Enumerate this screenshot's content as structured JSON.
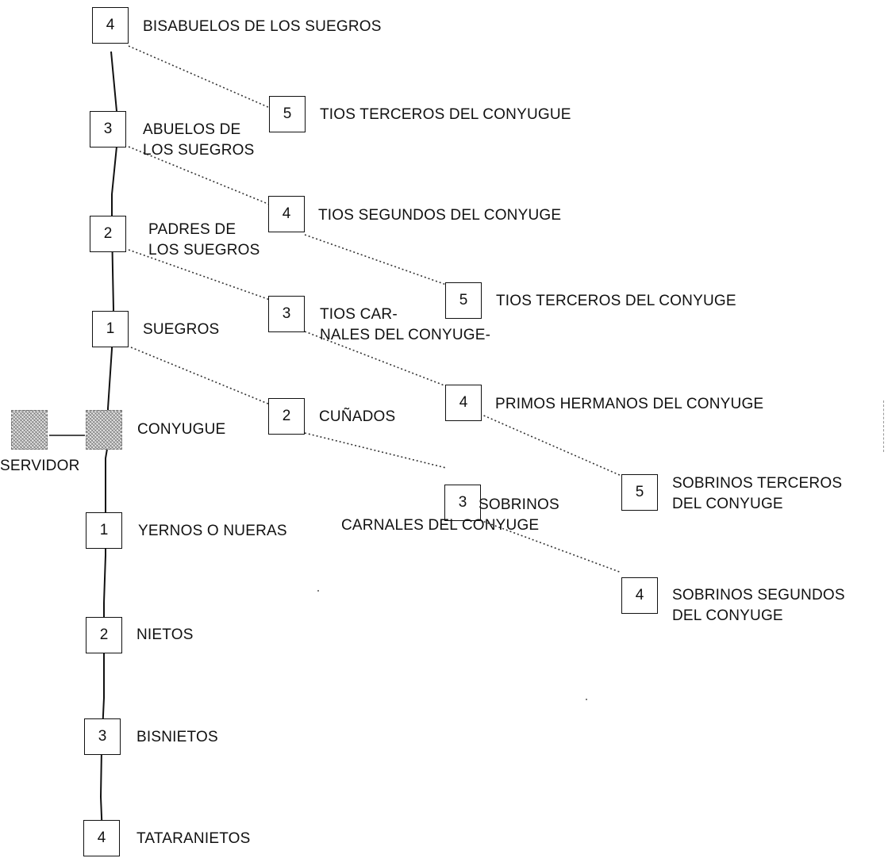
{
  "servidor": {
    "label": "SERVIDOR"
  },
  "conyugue": {
    "label": "CONYUGUE"
  },
  "nodes": [
    {
      "num": "4",
      "label": "BISABUELOS DE LOS SUEGROS"
    },
    {
      "num": "3",
      "label": "ABUELOS DE\nLOS SUEGROS"
    },
    {
      "num": "2",
      "label": "PADRES DE\nLOS SUEGROS"
    },
    {
      "num": "1",
      "label": "SUEGROS"
    },
    {
      "num": "1",
      "label": "YERNOS O NUERAS"
    },
    {
      "num": "2",
      "label": "NIETOS"
    },
    {
      "num": "3",
      "label": "BISNIETOS"
    },
    {
      "num": "4",
      "label": "TATARANIETOS"
    },
    {
      "num": "5",
      "label": "TIOS TERCEROS DEL CONYUGUE"
    },
    {
      "num": "4",
      "label": "TIOS SEGUNDOS DEL CONYUGE"
    },
    {
      "num": "5",
      "label": "TIOS TERCEROS DEL CONYUGE"
    },
    {
      "num": "3",
      "label": "TIOS CAR-\nNALES DEL CONYUGE-"
    },
    {
      "num": "4",
      "label": "PRIMOS HERMANOS DEL CONYUGE"
    },
    {
      "num": "5",
      "label": "SOBRINOS TERCEROS\nDEL CONYUGE"
    },
    {
      "num": "2",
      "label": "CUÑADOS"
    },
    {
      "num": "3",
      "label": "SOBRINOS"
    },
    {
      "num": "4",
      "label": "SOBRINOS SEGUNDOS\nDEL CONYUGE"
    }
  ],
  "sobrinos_extra": "CARNALES DEL CONYUGE"
}
